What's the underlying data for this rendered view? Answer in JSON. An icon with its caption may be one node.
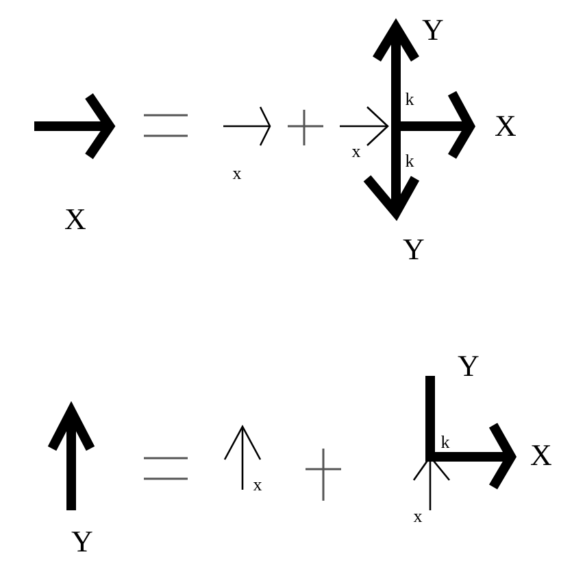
{
  "diagram": {
    "labels": [
      "Y",
      "k",
      "X",
      "x",
      "k",
      "x",
      "X",
      "Y",
      "Y",
      "k",
      "X",
      "x",
      "x",
      "Y"
    ]
  }
}
